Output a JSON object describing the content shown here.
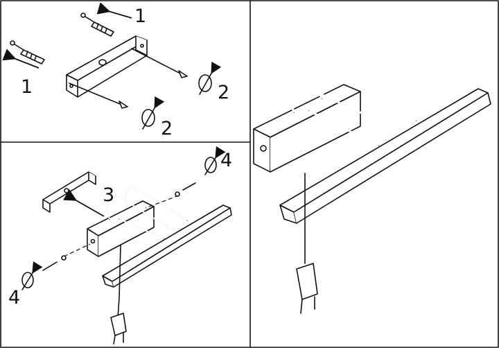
{
  "labels": {
    "step_a_top": "1",
    "step_a_left": "1",
    "step_b_top": "2",
    "step_b_bottom": "2",
    "step_c": "3",
    "step_d_top": "4",
    "step_d_bottom": "4"
  }
}
